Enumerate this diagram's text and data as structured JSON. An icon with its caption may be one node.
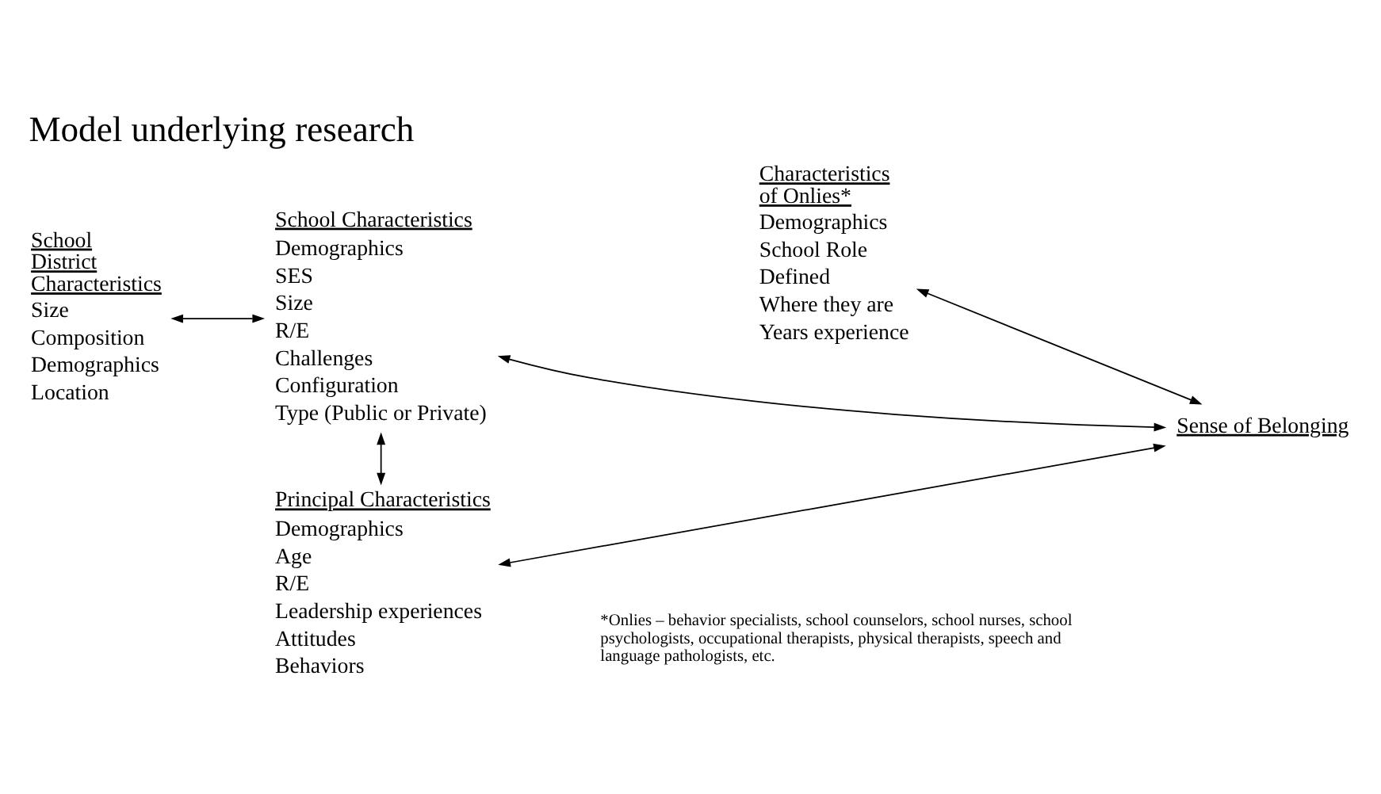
{
  "diagram": {
    "title": "Model underlying research",
    "nodes": [
      {
        "text": [
          "School Characteristics",
          "Demographics",
          "SES",
          "Size",
          "R/E",
          "Challenges",
          "Configuration",
          "Type (Public or Private)"
        ]
      },
      {
        "text": [
          "School District Characteristics",
          "Size",
          "Composition",
          "Demographics",
          "Location"
        ]
      },
      {
        "text": [
          "Characteristics of Onlies*",
          "Demographics",
          "School Role",
          "Defined",
          "Where they are",
          "Years experience"
        ]
      },
      {
        "text": [
          "Sense of Belonging"
        ]
      },
      {
        "text": [
          "Principal Characteristics",
          "Demographics",
          "Age",
          "R/E",
          "Leadership experiences",
          "Attitudes",
          "Behaviors"
        ]
      }
    ],
    "edges": [
      {
        "from": 1,
        "to": 0,
        "arrow": "both"
      },
      {
        "from": 0,
        "to": 3,
        "arrow": "both"
      },
      {
        "from": 0,
        "to": 4,
        "arrow": "both"
      },
      {
        "from": 2,
        "to": 3,
        "arrow": "both"
      },
      {
        "from": 4,
        "to": 3,
        "arrow": "both"
      }
    ],
    "labels": [
      "*Onlies – behavior specialists, school counselors, school nurses, school psychologists, occupational therapists, physical therapists, speech and language pathologists, etc."
    ]
  }
}
